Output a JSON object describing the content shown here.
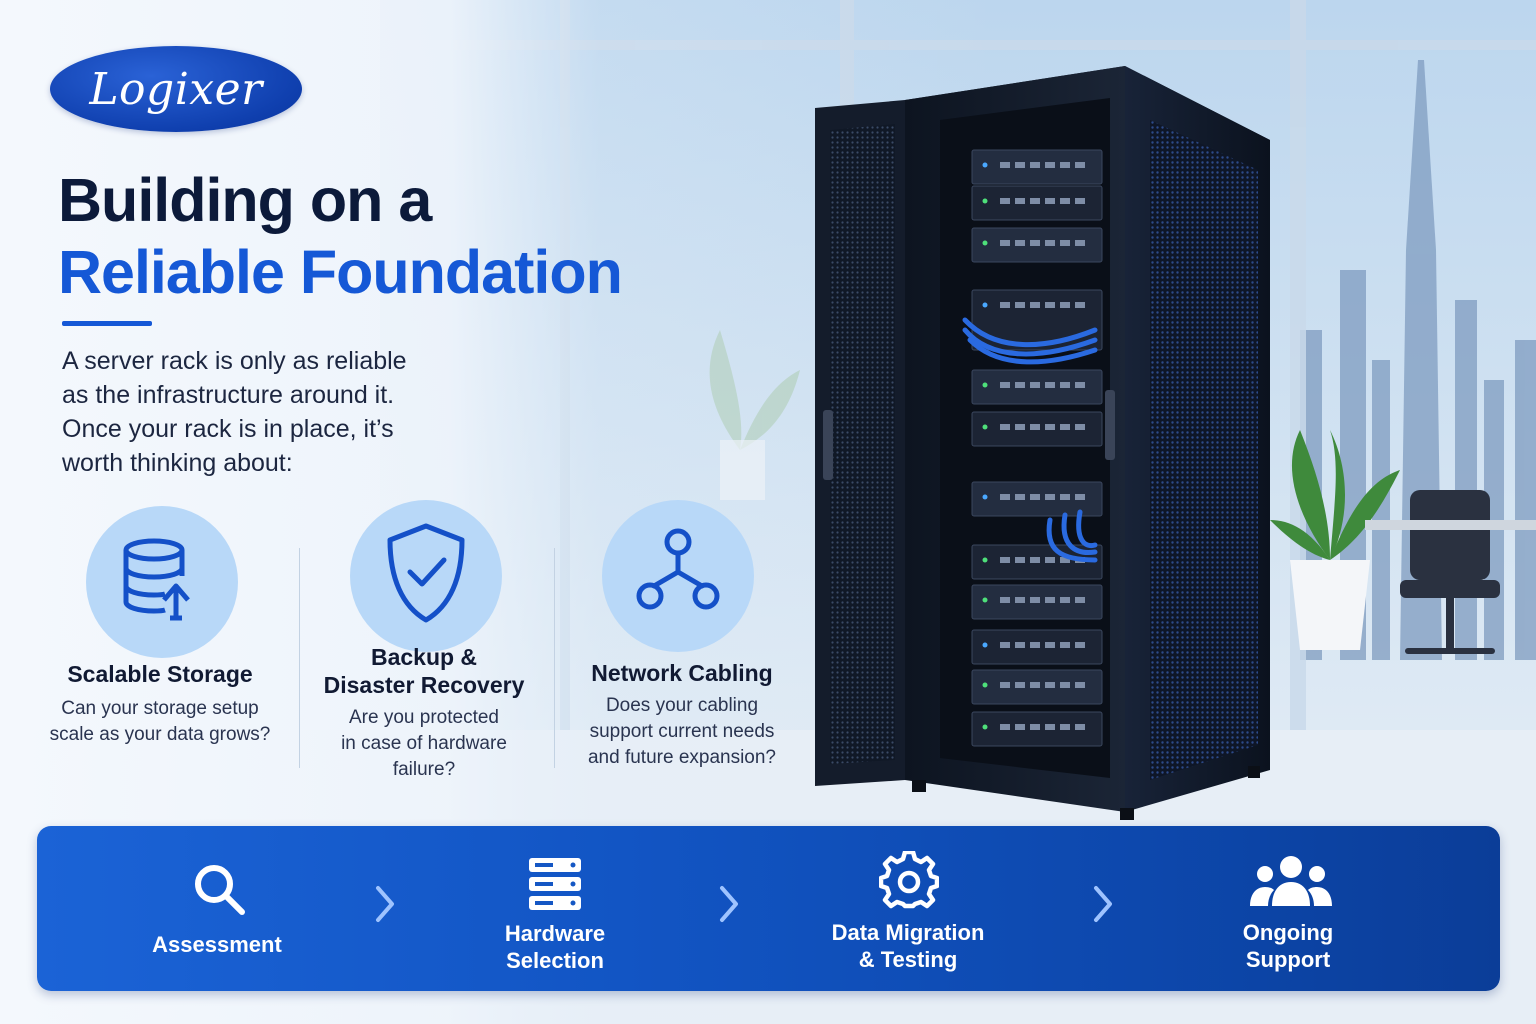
{
  "brand": {
    "logo_text": "Logixer"
  },
  "headline": {
    "line1": "Building on a",
    "line2": "Reliable Foundation"
  },
  "intro": {
    "lines": [
      "A server rack is only as reliable",
      "as the infrastructure around it.",
      "Once your rack is in place, it’s",
      "worth thinking about:"
    ]
  },
  "features": [
    {
      "icon": "database-upload-icon",
      "title_lines": [
        "Scalable Storage"
      ],
      "desc_lines": [
        "Can your storage setup",
        "scale as your data grows?"
      ]
    },
    {
      "icon": "shield-check-icon",
      "title_lines": [
        "Backup &",
        "Disaster Recovery"
      ],
      "desc_lines": [
        "Are you protected",
        "in case of hardware",
        "failure?"
      ]
    },
    {
      "icon": "network-nodes-icon",
      "title_lines": [
        "Network Cabling"
      ],
      "desc_lines": [
        "Does your cabling",
        "support current needs",
        "and future expansion?"
      ]
    }
  ],
  "process": {
    "steps": [
      {
        "icon": "search-icon",
        "label_lines": [
          "Assessment"
        ]
      },
      {
        "icon": "server-stack-icon",
        "label_lines": [
          "Hardware",
          "Selection"
        ]
      },
      {
        "icon": "gear-icon",
        "label_lines": [
          "Data Migration",
          "& Testing"
        ]
      },
      {
        "icon": "people-group-icon",
        "label_lines": [
          "Ongoing",
          "Support"
        ]
      }
    ],
    "separator_icon": "chevron-right-icon"
  },
  "colors": {
    "brand_blue": "#1558d6",
    "navy_text": "#0c1a3a",
    "icon_circle": "#b8d8f8",
    "bar_start": "#1b63d6",
    "bar_end": "#0b3d98"
  }
}
